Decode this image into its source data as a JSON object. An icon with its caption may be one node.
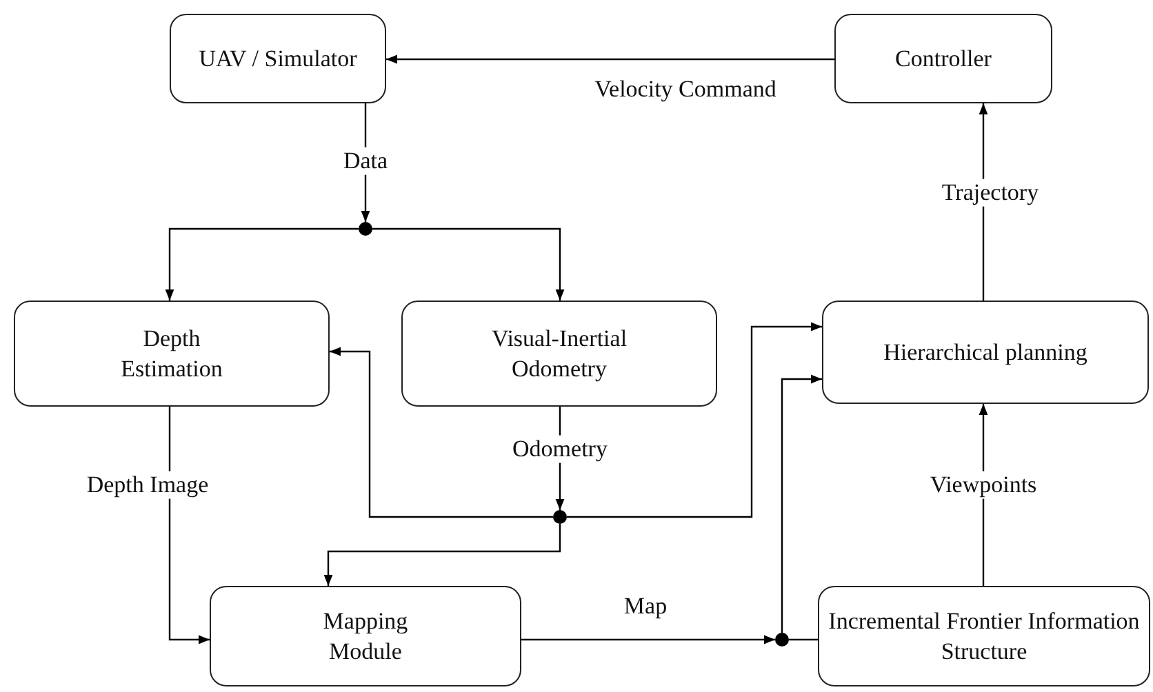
{
  "diagram": {
    "nodes": [
      {
        "text": [
          "UAV / Simulator"
        ]
      },
      {
        "text": [
          "Controller"
        ]
      },
      {
        "text": [
          "Depth Estimation"
        ]
      },
      {
        "text": [
          "Visual-Inertial Odometry"
        ]
      },
      {
        "text": [
          "Hierarchical planning"
        ]
      },
      {
        "text": [
          "Mapping Module"
        ]
      },
      {
        "text": [
          "Incremental Frontier Information Structure"
        ]
      },
      {
        "text": [],
        "shape": "circle"
      },
      {
        "text": [],
        "shape": "circle"
      },
      {
        "text": [],
        "shape": "circle"
      }
    ],
    "edges": [
      {
        "from": 1,
        "to": 0,
        "arrow": "to",
        "label": "Velocity Command"
      },
      {
        "from": 0,
        "to": 7,
        "arrow": "to",
        "label": "Data"
      },
      {
        "from": 7,
        "to": 2,
        "arrow": "to"
      },
      {
        "from": 7,
        "to": 3,
        "arrow": "to"
      },
      {
        "from": 3,
        "to": 8,
        "arrow": "to",
        "label": "Odometry"
      },
      {
        "from": 8,
        "to": 2,
        "arrow": "to"
      },
      {
        "from": 8,
        "to": 4,
        "arrow": "to"
      },
      {
        "from": 8,
        "to": 5,
        "arrow": "to"
      },
      {
        "from": 2,
        "to": 5,
        "arrow": "to",
        "label": "Depth Image"
      },
      {
        "from": 5,
        "to": 9,
        "arrow": "to",
        "label": "Map"
      },
      {
        "from": 9,
        "to": 4,
        "arrow": "to"
      },
      {
        "from": 9,
        "to": 6,
        "arrow": "none"
      },
      {
        "from": 6,
        "to": 4,
        "arrow": "to",
        "label": "Viewpoints"
      },
      {
        "from": 4,
        "to": 1,
        "arrow": "to",
        "label": "Trajectory"
      }
    ]
  }
}
